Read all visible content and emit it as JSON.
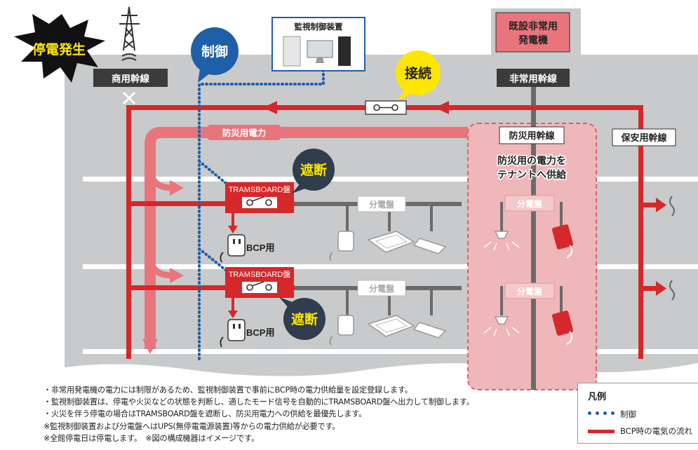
{
  "labels": {
    "outage": "停電発生",
    "commercial_trunk": "商用幹線",
    "control": "制御",
    "monitor_device": "監視制御装置",
    "connect": "接続",
    "existing_generator": "既設非常用\n発電機",
    "emergency_trunk": "非常用幹線",
    "disaster_power": "防災用電力",
    "disaster_trunk": "防災用幹線",
    "security_trunk": "保安用幹線",
    "supply_tenant": "防災用の電力を\nテナントへ供給",
    "cutoff_top": "遮断",
    "cutoff_bottom": "遮断",
    "tramsboard_top": "TRAMSBOARD盤",
    "tramsboard_bottom": "TRAMSBOARD盤",
    "panel_gray_top": "分電盤",
    "panel_gray_bottom": "分電盤",
    "panel_pink_top": "分電盤",
    "panel_pink_bottom": "分電盤",
    "bcp_top": "BCP用",
    "bcp_bottom": "BCP用"
  },
  "notes": [
    "・非常用発電機の電力には制限があるため、監視制御装置で事前にBCP時の電力供給量を設定登録します。",
    "・監視制御装置は、停電や火災などの状態を判断し、適したモード信号を自動的にTRAMSBOARD盤へ出力して制御します。",
    "・火災を伴う停電の場合はTRAMSBOARD盤を遮断し、防災用電力への供給を最優先します。",
    "※監視制御装置および分電盤へはUPS(無停電電源装置)等からの電力供給が必要です。",
    "※全館停電日は停電します。　※図の構成機器はイメージです。"
  ],
  "legend": {
    "title": "凡例",
    "control": "制御",
    "bcp_flow": "BCP時の電気の流れ"
  },
  "colors": {
    "red": "#d6282b",
    "pink_band": "#e8757c",
    "blue_dotted": "#1f5fa8",
    "yellow": "#ffe600",
    "navy_bubble": "#2f3d4c",
    "building_gray": "#c9cacb",
    "dark_label": "#3b3b3b"
  }
}
